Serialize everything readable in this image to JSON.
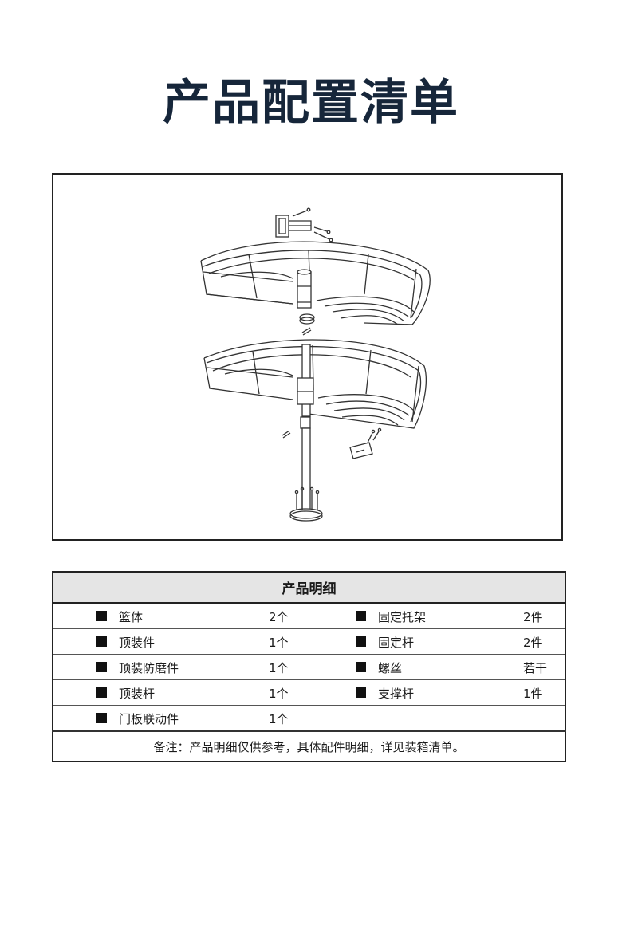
{
  "page": {
    "title": "产品配置清单"
  },
  "parts_table": {
    "header": "产品明细",
    "rows": [
      {
        "left": {
          "name": "篮体",
          "qty": "2个"
        },
        "right": {
          "name": "固定托架",
          "qty": "2件"
        }
      },
      {
        "left": {
          "name": "顶装件",
          "qty": "1个"
        },
        "right": {
          "name": "固定杆",
          "qty": "2件"
        }
      },
      {
        "left": {
          "name": "顶装防磨件",
          "qty": "1个"
        },
        "right": {
          "name": "螺丝",
          "qty": "若干"
        }
      },
      {
        "left": {
          "name": "顶装杆",
          "qty": "1个"
        },
        "right": {
          "name": "支撑杆",
          "qty": "1件"
        }
      },
      {
        "left": {
          "name": "门板联动件",
          "qty": "1个"
        }
      }
    ],
    "note": "备注：产品明细仅供参考，具体配件明细，详见装箱清单。"
  }
}
